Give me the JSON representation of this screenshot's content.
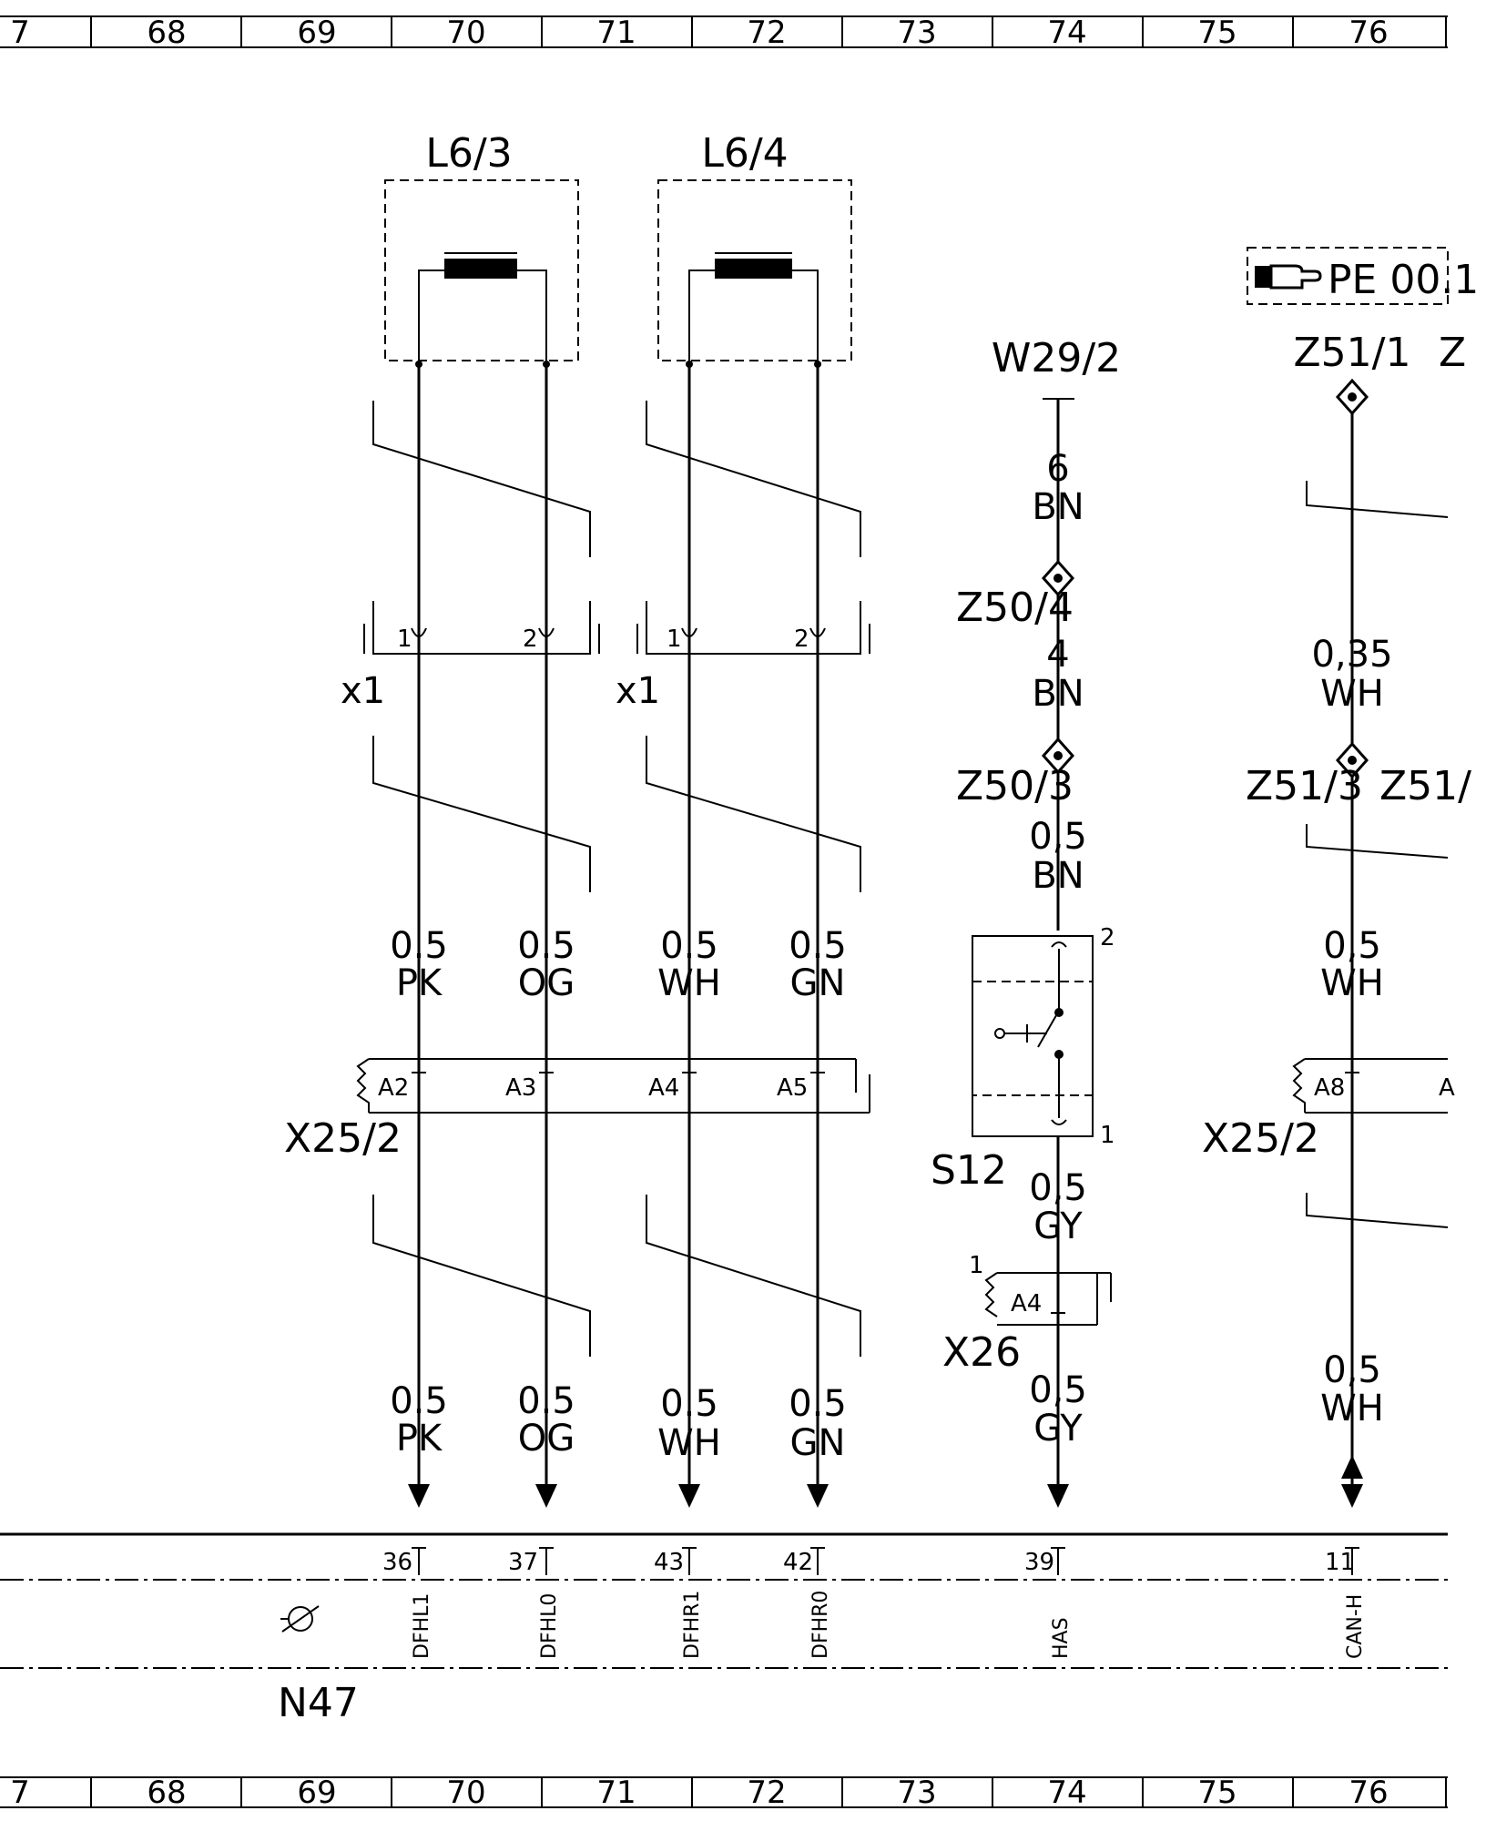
{
  "grid": {
    "top": [
      "7",
      "68",
      "69",
      "70",
      "71",
      "72",
      "73",
      "74",
      "75",
      "76"
    ],
    "bottom": [
      "7",
      "68",
      "69",
      "70",
      "71",
      "72",
      "73",
      "74",
      "75",
      "76"
    ]
  },
  "components": {
    "l63": "L6/3",
    "l64": "L6/4",
    "w29": "W29/2",
    "z51_1": "Z51/1",
    "z51_1_cut": "Z",
    "pe_ref": "PE 00.1",
    "z50_4": "Z50/4",
    "z50_3": "Z50/3",
    "z51_3": "Z51/3",
    "z51_cut": "Z51/",
    "x1_left": "x1",
    "x1_right": "x1",
    "x25_left": "X25/2",
    "x25_right": "X25/2",
    "s12": "S12",
    "x26": "X26",
    "n47": "N47"
  },
  "pins": {
    "x1_a1": "1",
    "x1_a2": "2",
    "x1_b1": "1",
    "x1_b2": "2",
    "a2": "A2",
    "a3": "A3",
    "a4": "A4",
    "a5": "A5",
    "a8": "A8",
    "a_cut": "A",
    "s12_pin2": "2",
    "s12_pin1": "1",
    "x26_pin": "1",
    "x26_a4": "A4",
    "n36": "36",
    "n37": "37",
    "n43": "43",
    "n42": "42",
    "n39": "39",
    "n11": "11"
  },
  "wires": {
    "w_6": "6",
    "w_6_c": "BN",
    "w_4": "4",
    "w_4_c": "BN",
    "w_035": "0,35",
    "w_035_c": "WH",
    "w_05bn": "0,5",
    "w_05bn_c": "BN",
    "pk1": "0.5",
    "pk1_c": "PK",
    "og1": "0.5",
    "og1_c": "OG",
    "wh1": "0.5",
    "wh1_c": "WH",
    "gn1": "0.5",
    "gn1_c": "GN",
    "r1": "0,5",
    "r1_c": "WH",
    "gy1": "0,5",
    "gy1_c": "GY",
    "pk2": "0.5",
    "pk2_c": "PK",
    "og2": "0.5",
    "og2_c": "OG",
    "wh2": "0.5",
    "wh2_c": "WH",
    "gn2": "0.5",
    "gn2_c": "GN",
    "gy2": "0,5",
    "gy2_c": "GY",
    "r2": "0,5",
    "r2_c": "WH"
  },
  "signals": {
    "s36": "DFHL1",
    "s37": "DFHL0",
    "s43": "DFHR1",
    "s42": "DFHR0",
    "s39": "HAS",
    "s11": "CAN-H"
  }
}
